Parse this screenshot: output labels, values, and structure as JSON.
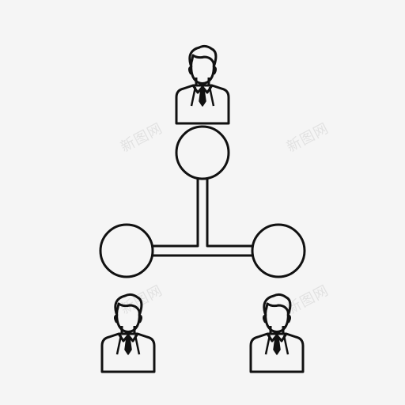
{
  "colors": {
    "background": "#f5f5f5",
    "stroke": "#111111",
    "watermark": "rgba(0,0,0,0.08)"
  },
  "watermark": {
    "text": "新图网"
  },
  "diagram": {
    "nodes": [
      {
        "id": "person-top",
        "icon": "businessman-icon"
      },
      {
        "id": "person-bottom-left",
        "icon": "businessman-icon"
      },
      {
        "id": "person-bottom-right",
        "icon": "businessman-icon"
      },
      {
        "id": "hub-top",
        "icon": "circle-node"
      },
      {
        "id": "hub-left",
        "icon": "circle-node"
      },
      {
        "id": "hub-right",
        "icon": "circle-node"
      }
    ],
    "connections": [
      {
        "from": "hub-top",
        "to": "hub-left"
      },
      {
        "from": "hub-top",
        "to": "hub-right"
      }
    ]
  }
}
